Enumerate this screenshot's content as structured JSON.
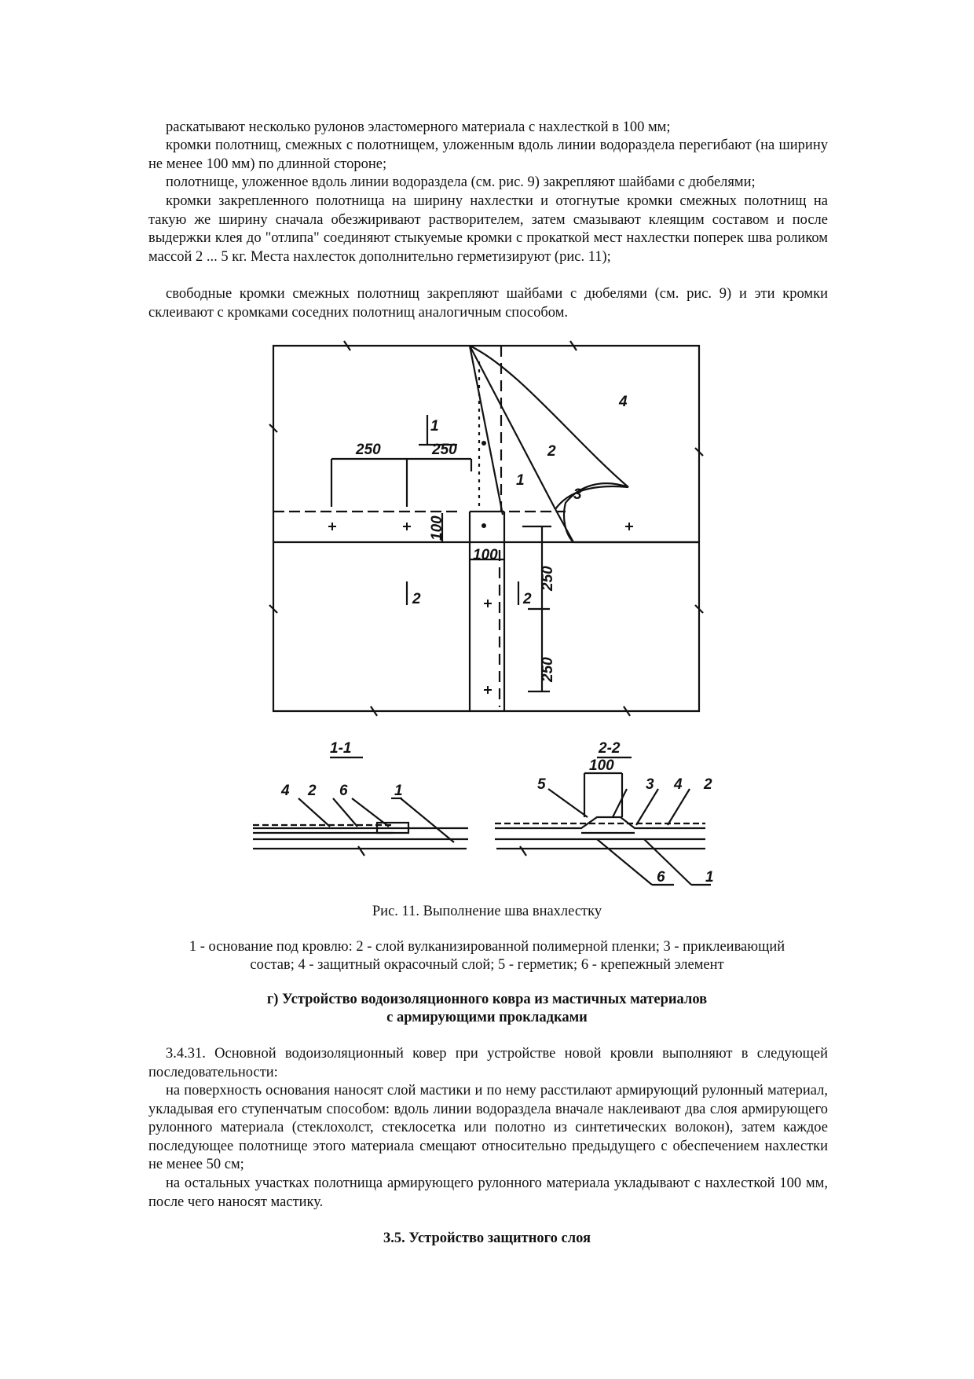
{
  "paragraphs_top": [
    "раскатывают несколько рулонов эластомерного материала с нахлесткой в 100 мм;",
    "кромки полотнищ, смежных с полотнищем, уложенным вдоль линии водораздела перегибают (на ширину не менее 100 мм) по длинной стороне;",
    "полотнище, уложенное вдоль линии водораздела (см. рис. 9) закрепляют шайбами с дюбелями;",
    "кромки закрепленного полотнища на ширину нахлестки и отогнутые кромки смежных полотнищ на такую же ширину сначала обезжиривают растворителем, затем смазывают клеящим составом и после выдержки клея до \"отлипа\" соединяют стыкуемые кромки с прокаткой мест нахлестки поперек шва роликом массой 2 ... 5 кг. Места нахлесток дополнительно герметизируют (рис. 11);",
    "свободные кромки смежных полотнищ закрепляют шайбами с дюбелями (см. рис. 9) и эти кромки склеивают с кромками соседних полотнищ аналогичным способом."
  ],
  "figure": {
    "plan_labels": {
      "dim_250_a": "250",
      "dim_250_b": "250",
      "dim_100_v": "100",
      "dim_100_h": "100",
      "dim_250_v1": "250",
      "dim_250_v2": "250",
      "mark_1": "1",
      "mark_2a": "2",
      "mark_2b": "2",
      "num_1": "1",
      "num_2": "2",
      "num_3": "3",
      "num_4": "4"
    },
    "section_1": {
      "title": "1-1",
      "labels": [
        "4",
        "2",
        "6",
        "1"
      ]
    },
    "section_2": {
      "title": "2-2",
      "dim": "100",
      "labels": [
        "5",
        "3",
        "4",
        "2",
        "6",
        "1"
      ]
    },
    "caption": "Рис. 11. Выполнение шва внахлестку",
    "legend_line1": "1 - основание под кровлю: 2 - слой вулканизированной полимерной пленки; 3 - приклеивающий",
    "legend_line2": "состав; 4 - защитный окрасочный слой; 5 - герметик; 6 - крепежный элемент"
  },
  "section_g": {
    "heading_line1": "г) Устройство водоизоляционного ковра из мастичных материалов",
    "heading_line2": "с армирующими прокладками",
    "paragraphs": [
      "3.4.31. Основной водоизоляционный ковер при устройстве новой кровли выполняют в следующей последовательности:",
      "на поверхность основания наносят слой мастики и по нему расстилают армирующий рулонный материал, укладывая его ступенчатым способом: вдоль линии водораздела вначале наклеивают два слоя армирующего рулонного материала (стеклохолст, стеклосетка или полотно из синтетических волокон), затем каждое последующее полотнище этого материала смещают относительно предыдущего с обеспечением нахлестки не менее 50 см;",
      "на остальных участках полотнища армирующего рулонного материала укладывают с нахлесткой 100 мм, после чего наносят мастику."
    ]
  },
  "section_35": {
    "heading": "3.5. Устройство защитного слоя"
  }
}
